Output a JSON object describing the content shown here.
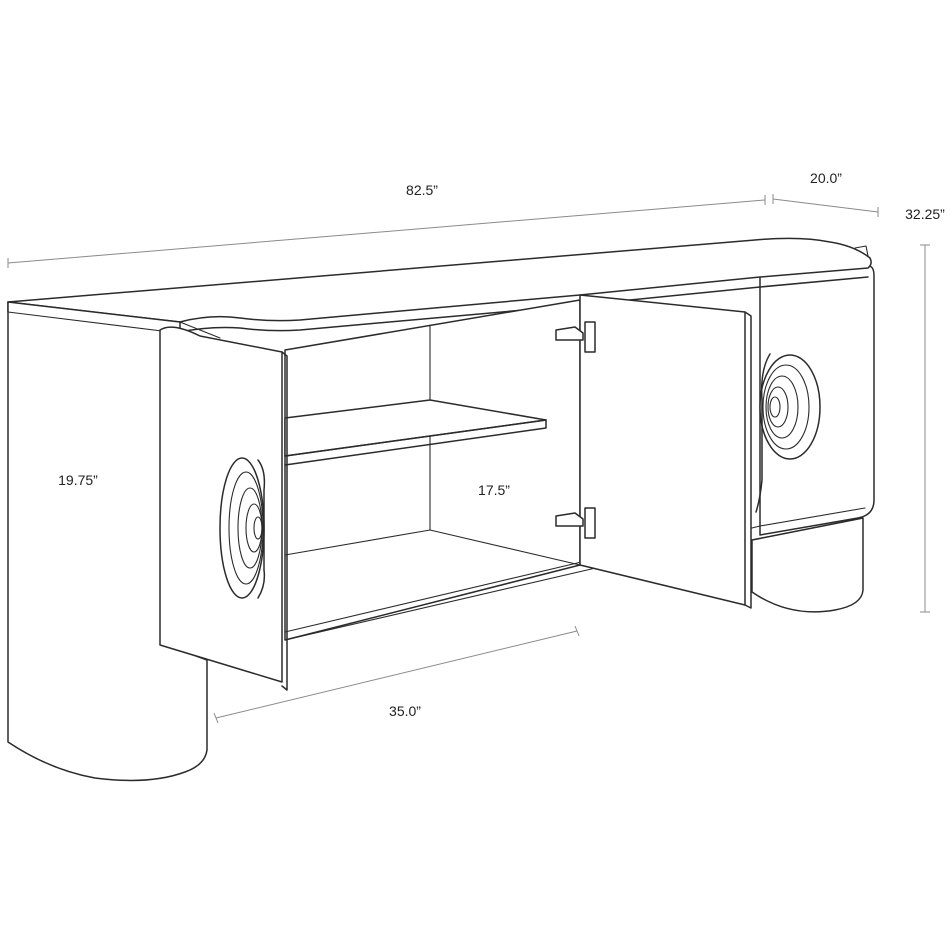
{
  "dimensions": {
    "overall_width": "82.5”",
    "depth": "20.0”",
    "height": "32.25”",
    "cabinet_height": "19.75”",
    "shelf_depth": "17.5”",
    "cabinet_width": "35.0”"
  },
  "colors": {
    "line": "#2b2b2b",
    "dimension_line": "#8a8a8a",
    "background": "#ffffff"
  }
}
